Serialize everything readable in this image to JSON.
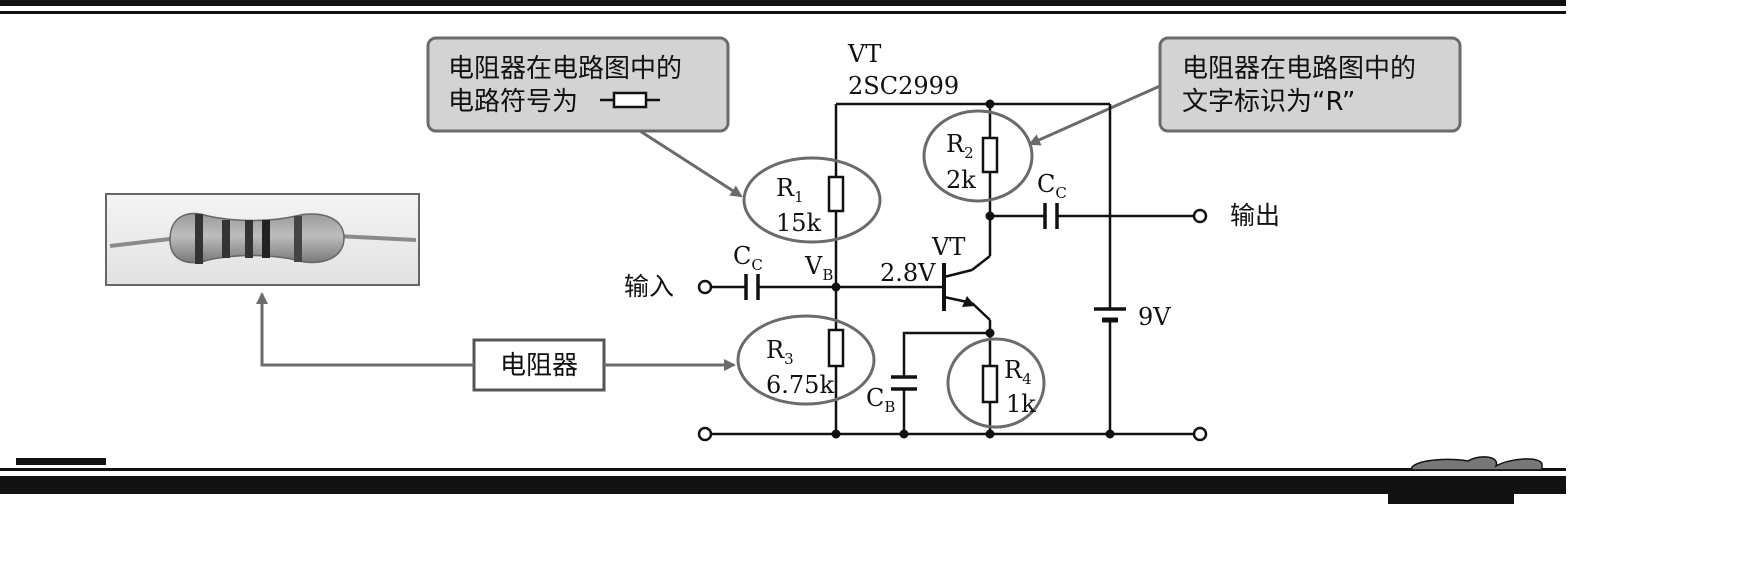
{
  "callouts": {
    "symbol": {
      "line1": "电阻器在电路图中的",
      "line2": "电路符号为"
    },
    "label": {
      "line1": "电阻器在电路图中的",
      "line2": "文字标识为“R”"
    }
  },
  "resistor_box": {
    "label": "电阻器"
  },
  "transistor": {
    "name": "VT",
    "model": "2SC2999",
    "label": "VT"
  },
  "resistors": {
    "r1": {
      "letter": "R",
      "sub": "1",
      "value": "15k"
    },
    "r2": {
      "letter": "R",
      "sub": "2",
      "value": "2k"
    },
    "r3": {
      "letter": "R",
      "sub": "3",
      "value": "6.75k"
    },
    "r4": {
      "letter": "R",
      "sub": "4",
      "value": "1k"
    }
  },
  "capacitors": {
    "cc_in": {
      "letter": "C",
      "sub": "C"
    },
    "cc_out": {
      "letter": "C",
      "sub": "C"
    },
    "cb": {
      "letter": "C",
      "sub": "B"
    }
  },
  "nodes": {
    "vb": {
      "letter": "V",
      "sub": "B"
    },
    "vb_voltage": "2.8V"
  },
  "battery": {
    "voltage": "9V"
  },
  "io": {
    "input": "输入",
    "output": "输出"
  }
}
